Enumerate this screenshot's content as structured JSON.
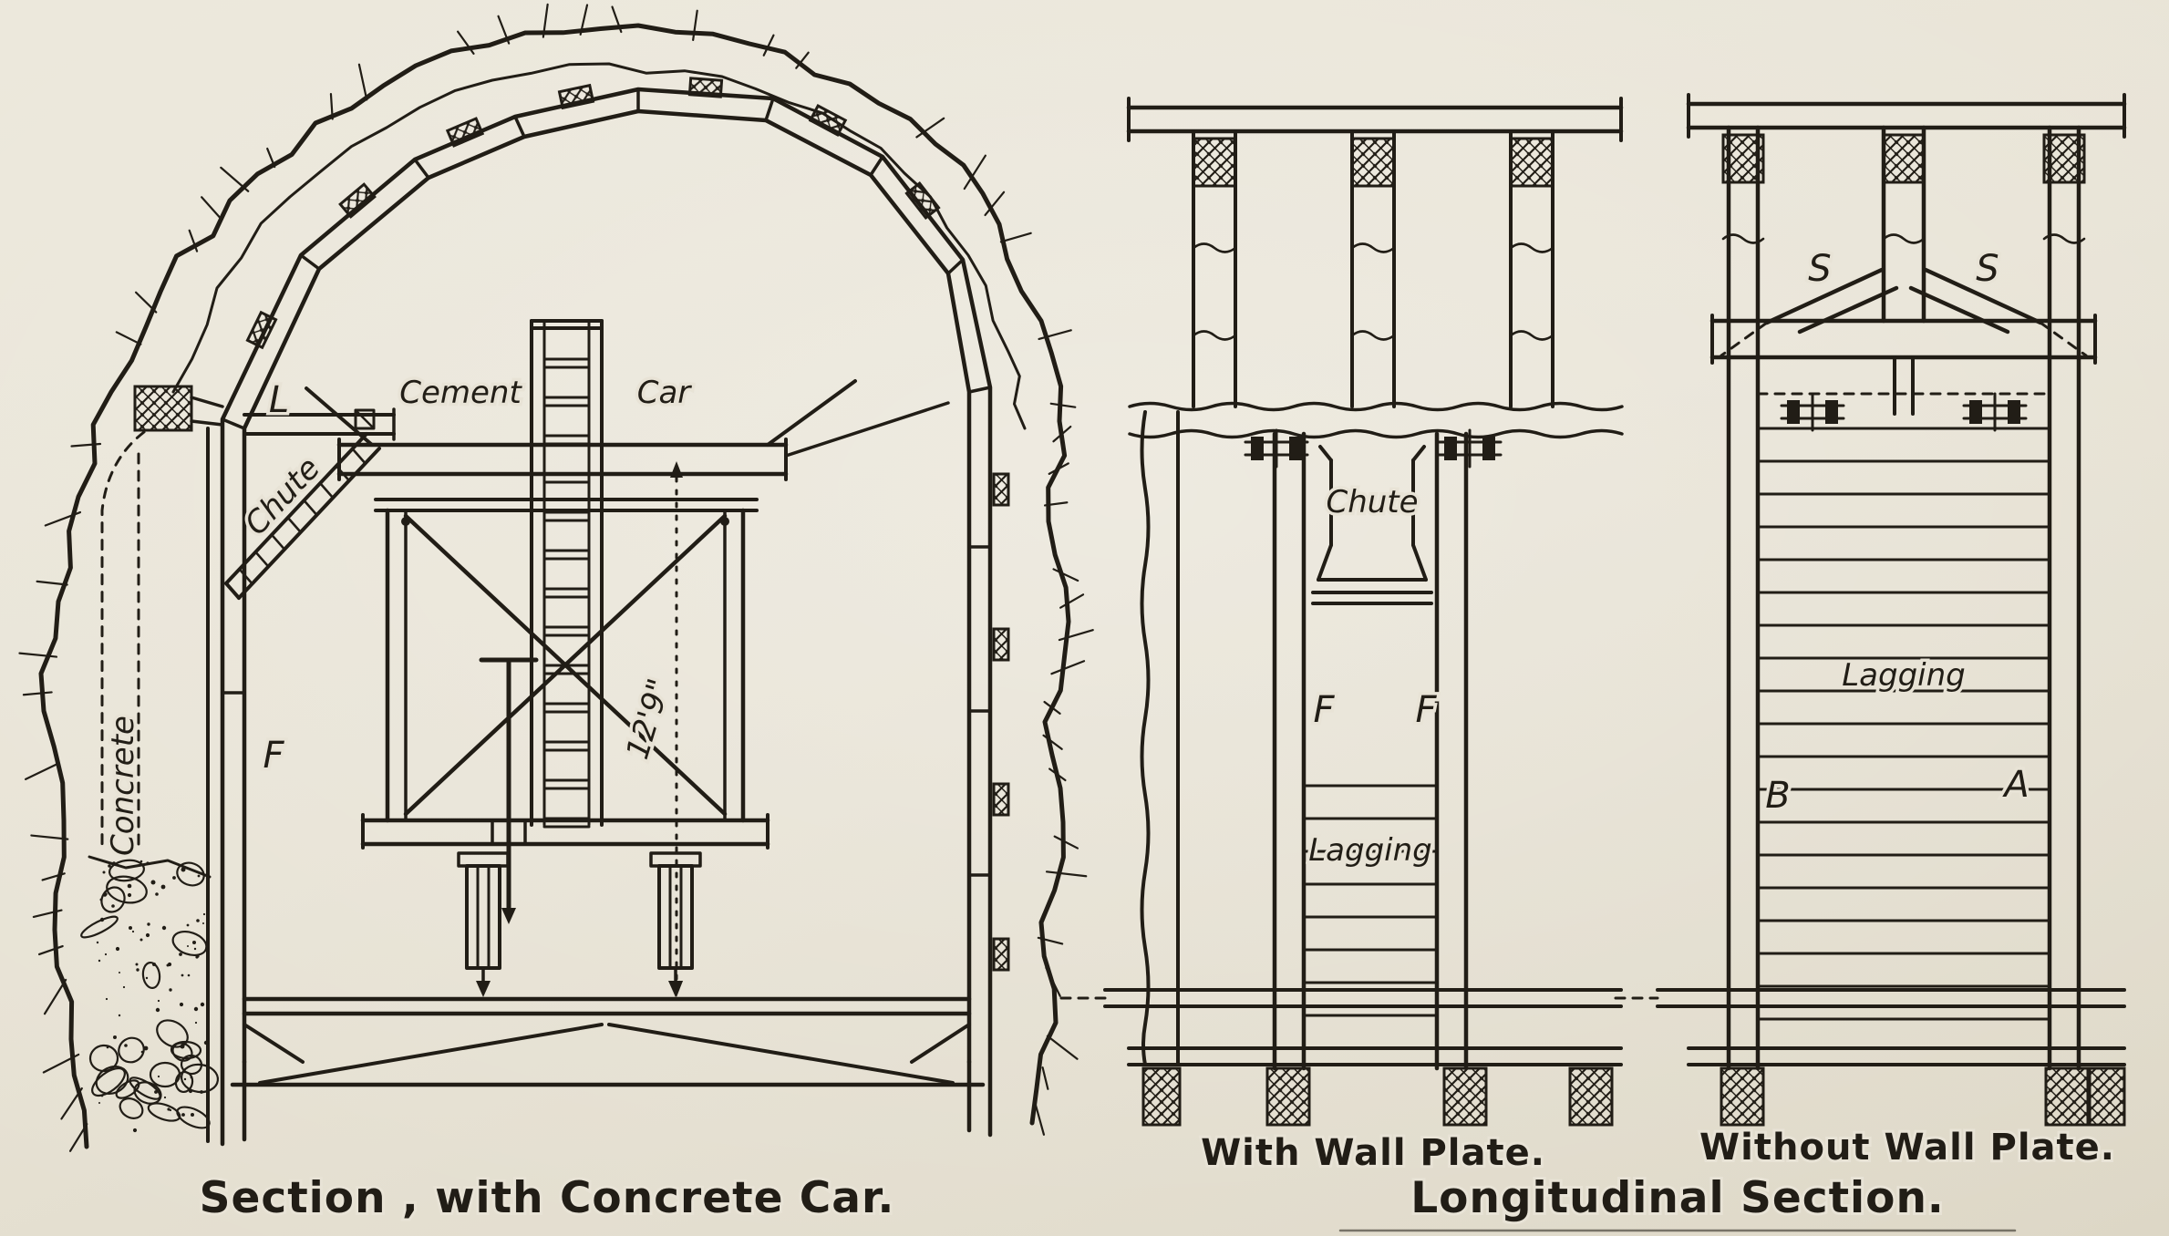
{
  "colors": {
    "ink": "#211d16",
    "paper": "#e8e3d6"
  },
  "cross_section": {
    "caption": "Section , with Concrete Car.",
    "labels": {
      "cement": "Cement",
      "car": "Car",
      "l": "L",
      "chute": "Chute",
      "f": "F",
      "concrete": "Concrete",
      "height_dim": "12'9\""
    }
  },
  "longitudinal": {
    "caption": "Longitudinal Section.",
    "with_wall_plate": {
      "caption": "With Wall Plate.",
      "labels": {
        "chute": "Chute",
        "f_left": "F",
        "f_right": "F",
        "lagging": "Lagging"
      }
    },
    "without_wall_plate": {
      "caption": "Without Wall Plate.",
      "labels": {
        "s_left": "S",
        "s_right": "S",
        "lagging": "Lagging",
        "b": "B",
        "a": "A"
      }
    }
  }
}
